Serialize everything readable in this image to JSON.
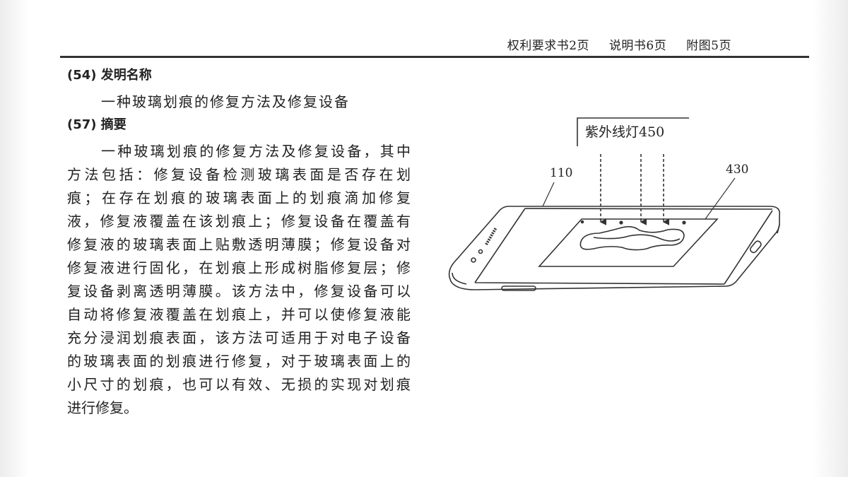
{
  "header": {
    "claims_pages": "权利要求书2页",
    "description_pages": "说明书6页",
    "drawings_pages": "附图5页"
  },
  "sections": {
    "title_heading": "(54) 发明名称",
    "title": "一种玻璃划痕的修复方法及修复设备",
    "abstract_heading": "(57) 摘要",
    "abstract_lines": [
      "一种玻璃划痕的修复方法及修复设备，其中",
      "方法包括：修复设备检测玻璃表面是否存在划",
      "痕；在存在划痕的玻璃表面上的划痕滴加修复",
      "液，修复液覆盖在该划痕上；修复设备在覆盖有",
      "修复液的玻璃表面上贴敷透明薄膜；修复设备对",
      "修复液进行固化，在划痕上形成树脂修复层；修",
      "复设备剥离透明薄膜。该方法中，修复设备可以",
      "自动将修复液覆盖在划痕上，并可以使修复液能",
      "充分浸润划痕表面，该方法可适用于对电子设备",
      "的玻璃表面的划痕进行修复，对于玻璃表面上的",
      "小尺寸的划痕，也可以有效、无损的实现对划痕",
      "进行修复。"
    ]
  },
  "figure": {
    "lamp_label": "紫外线灯450",
    "ref_device": "110",
    "ref_film": "430"
  }
}
